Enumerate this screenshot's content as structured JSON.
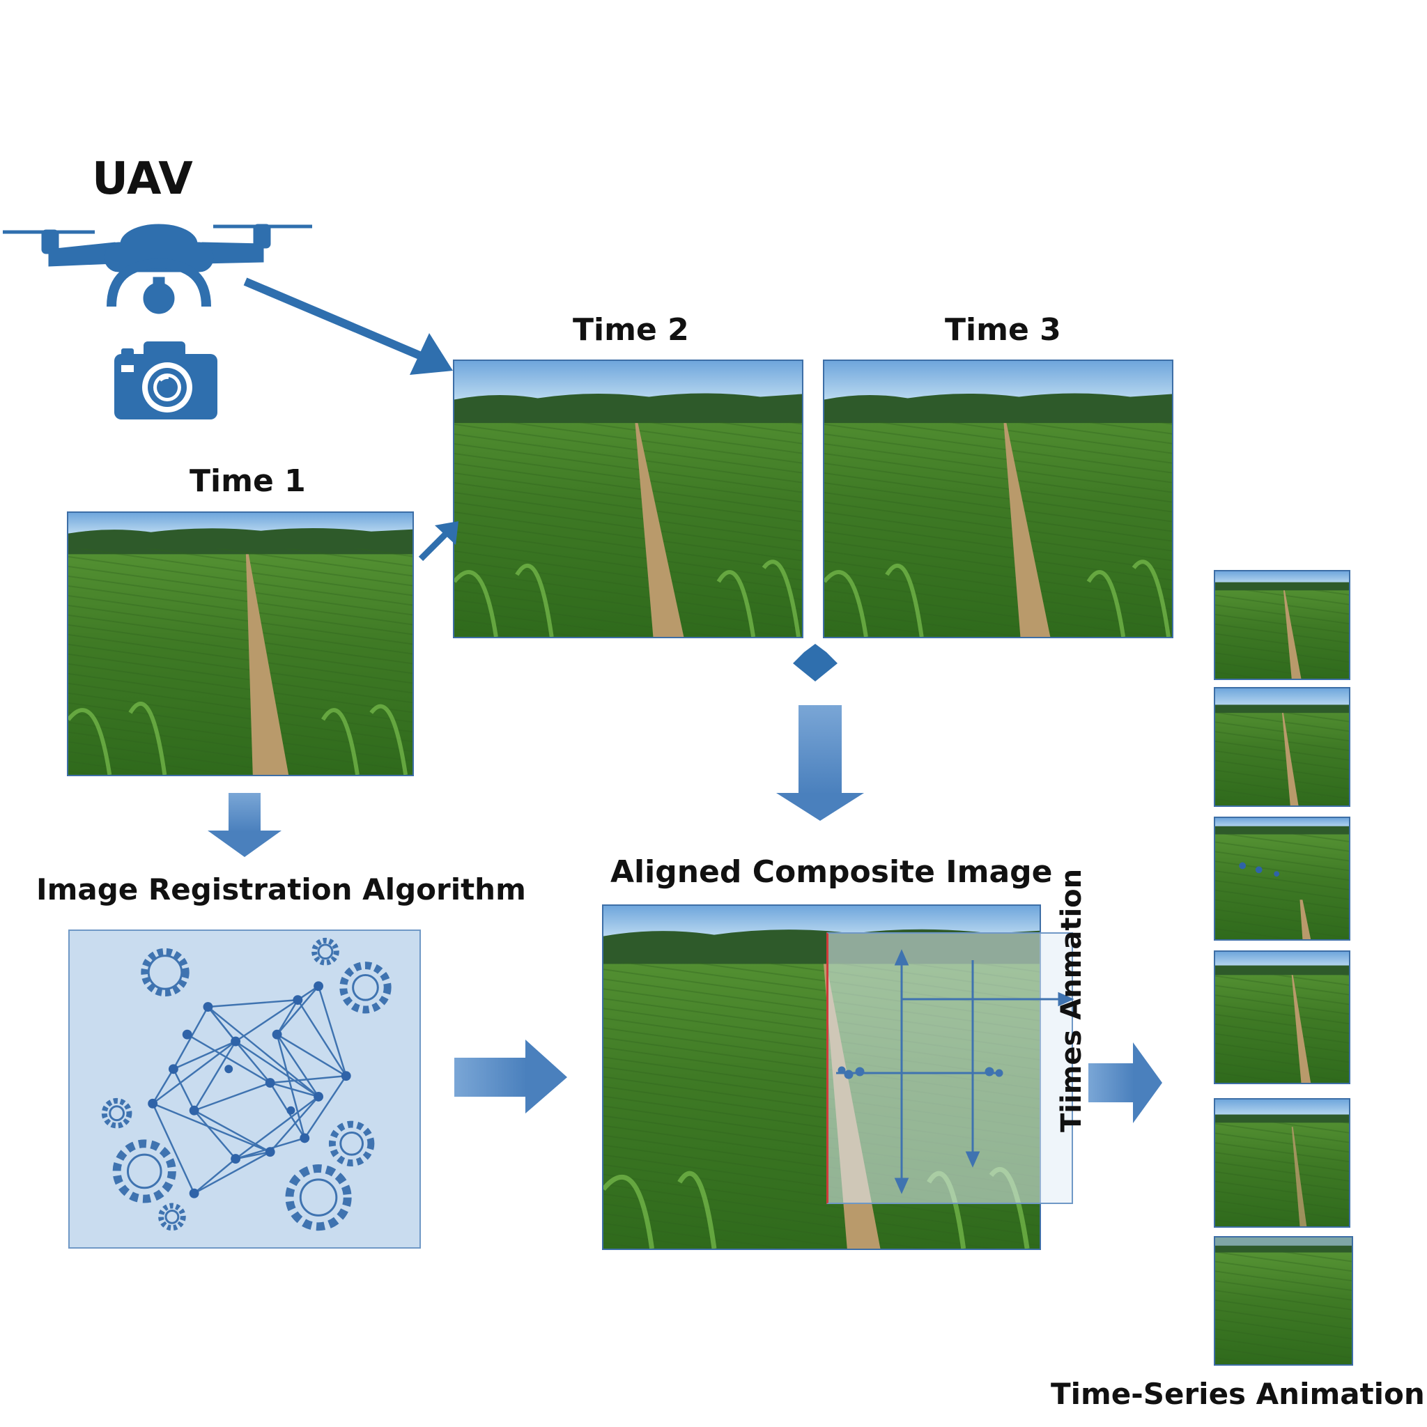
{
  "labels": {
    "uav": "UAV",
    "time1": "Time 1",
    "time2": "Time 2",
    "time3": "Time 3",
    "registration": "Image Registration Algorithm",
    "composite": "Aligned Composite Image",
    "animation_vertical": "Tiimes Anmation",
    "animation_bottom": "Time-Series Animation"
  },
  "colors": {
    "accent": "#2f6fae",
    "arrow_fill": "#5b8fc7",
    "panel_fill": "#c9dcef",
    "sky": "#8fbde8",
    "field": "#4f8a2e",
    "tree_line": "#2e5a2a",
    "path": "#b99a6b"
  },
  "icons": [
    "drone-icon",
    "camera-icon",
    "gear-icon",
    "network-graph-icon"
  ]
}
